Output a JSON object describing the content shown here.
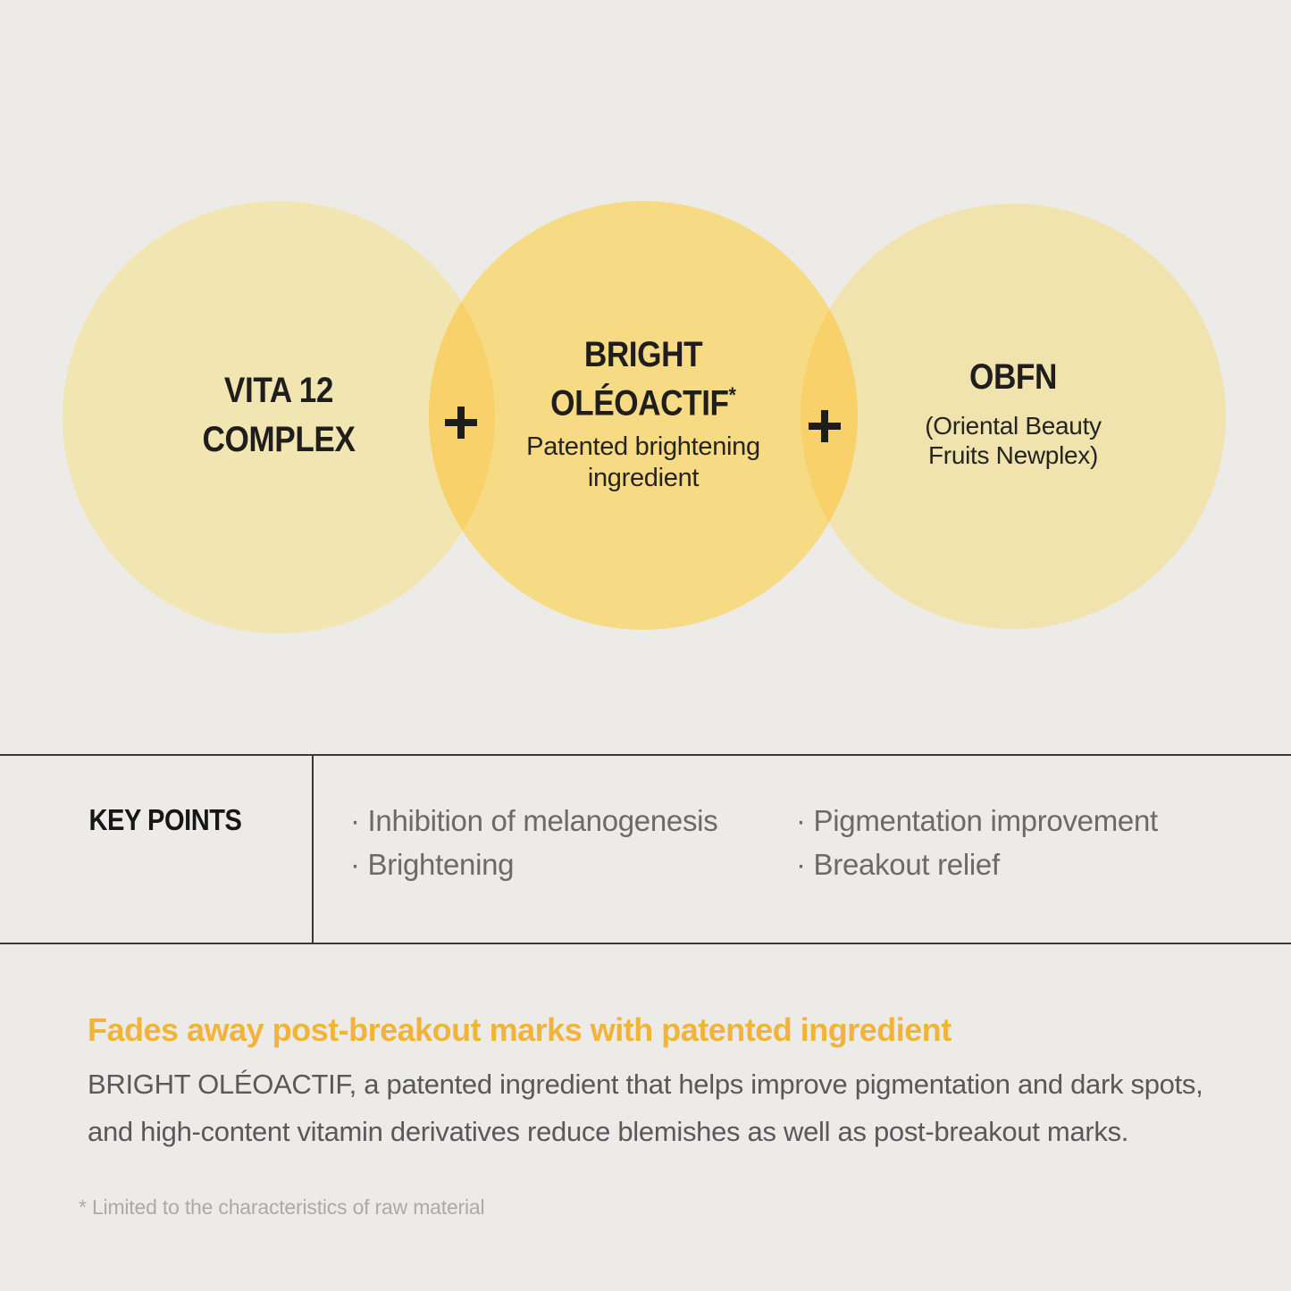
{
  "colors": {
    "background": "#edebe8",
    "circle_left": "#f1e5b2",
    "circle_middle": "#f6da84",
    "circle_right": "#f0e3ae",
    "overlap": "#f8d16b",
    "divider": "#3b3a38",
    "heading_accent": "#f2b339",
    "title_text": "#1f1e1c",
    "keypoint_text": "#6a6a6a",
    "body_text": "#59585a",
    "footnote_text": "#acaaa6"
  },
  "diagram": {
    "plus_sign": "+",
    "circles": [
      {
        "title_lines": [
          "VITA 12",
          "COMPLEX"
        ]
      },
      {
        "title_lines": [
          "BRIGHT",
          "OLÉOACTIF"
        ],
        "title_superscript": "*",
        "subtitle_lines": [
          "Patented brightening",
          "ingredient"
        ]
      },
      {
        "title_lines": [
          "OBFN"
        ],
        "subtitle_lines": [
          "(Oriental Beauty",
          "Fruits Newplex)"
        ]
      }
    ]
  },
  "key_points": {
    "label": "KEY POINTS",
    "columns": [
      [
        "· Inhibition of melanogenesis",
        "· Brightening"
      ],
      [
        "· Pigmentation improvement",
        "· Breakout relief"
      ]
    ]
  },
  "details": {
    "heading": "Fades away post-breakout marks with patented ingredient",
    "body_lines": [
      "BRIGHT OLÉOACTIF, a patented ingredient that helps improve pigmentation and dark spots,",
      "and high-content vitamin derivatives reduce blemishes as well as post-breakout marks."
    ],
    "footnote": "* Limited to the characteristics of raw material"
  }
}
